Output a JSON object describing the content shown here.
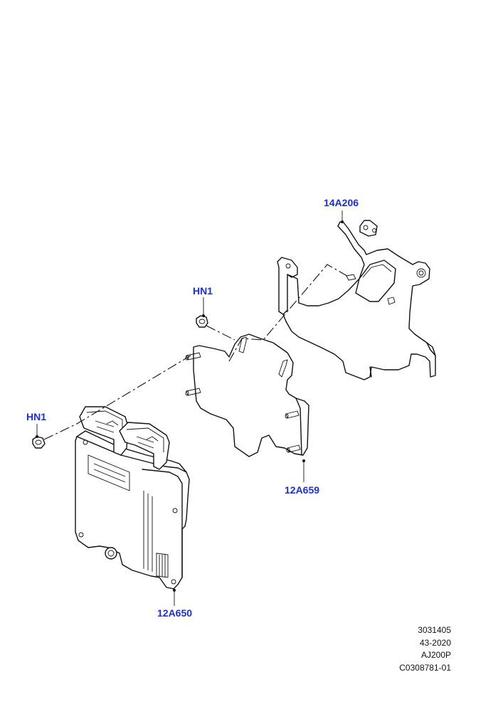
{
  "callouts": {
    "bracket_upper": "14A206",
    "nut_upper": "HN1",
    "nut_lower": "HN1",
    "bracket_lower": "12A659",
    "module": "12A650"
  },
  "reference": {
    "line1": "3031405",
    "line2": "43-2020",
    "line3": "AJ200P",
    "line4": "C0308781-01"
  },
  "colors": {
    "callout_text": "#1a2fd6",
    "line": "#111111",
    "background": "#ffffff"
  }
}
